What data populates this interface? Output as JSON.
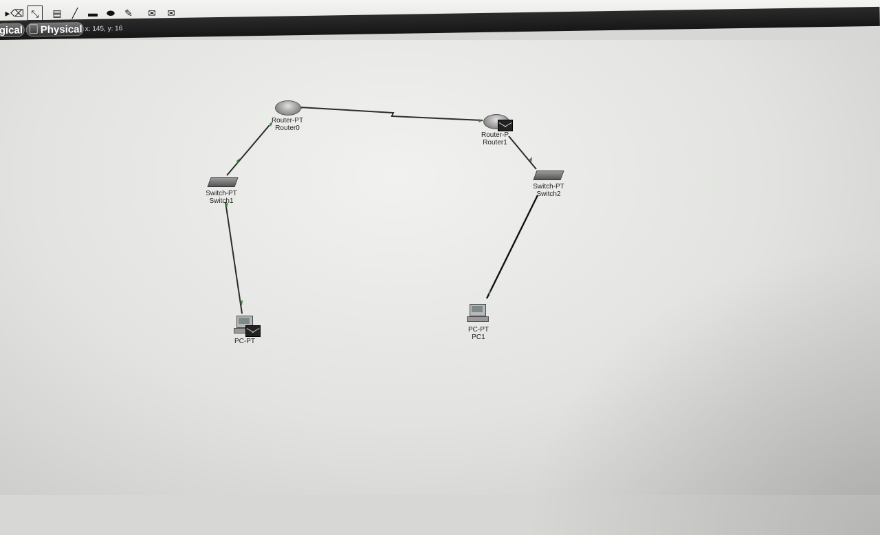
{
  "toolbar": {
    "tools": [
      {
        "name": "delete-icon",
        "glyph": "⌫"
      },
      {
        "name": "resize-icon",
        "glyph": "⤡"
      },
      {
        "name": "note-icon",
        "glyph": "▤"
      },
      {
        "name": "line-icon",
        "glyph": "╱"
      },
      {
        "name": "rectangle-icon",
        "glyph": "▬"
      },
      {
        "name": "ellipse-icon",
        "glyph": "⬬"
      },
      {
        "name": "freeform-icon",
        "glyph": "✎"
      },
      {
        "name": "simple-pdu-icon",
        "glyph": "✉"
      },
      {
        "name": "complex-pdu-icon",
        "glyph": "✉"
      }
    ]
  },
  "tabs": {
    "logical_label": "gical",
    "physical_label": "Physical",
    "coords": "x: 145, y: 16"
  },
  "devices": {
    "router0": {
      "type_label": "Router-PT",
      "name_label": "Router0"
    },
    "router1": {
      "type_label": "Router-P",
      "name_label": "Router1"
    },
    "switch1": {
      "type_label": "Switch-PT",
      "name_label": "Switch1"
    },
    "switch2": {
      "type_label": "Switch-PT",
      "name_label": "Switch2"
    },
    "pc0": {
      "type_label": "PC-PT",
      "name_label": ""
    },
    "pc1": {
      "type_label": "PC-PT",
      "name_label": "PC1"
    }
  },
  "colors": {
    "link": "#2b2b2b",
    "link_up_marker": "#3f7a3f"
  }
}
